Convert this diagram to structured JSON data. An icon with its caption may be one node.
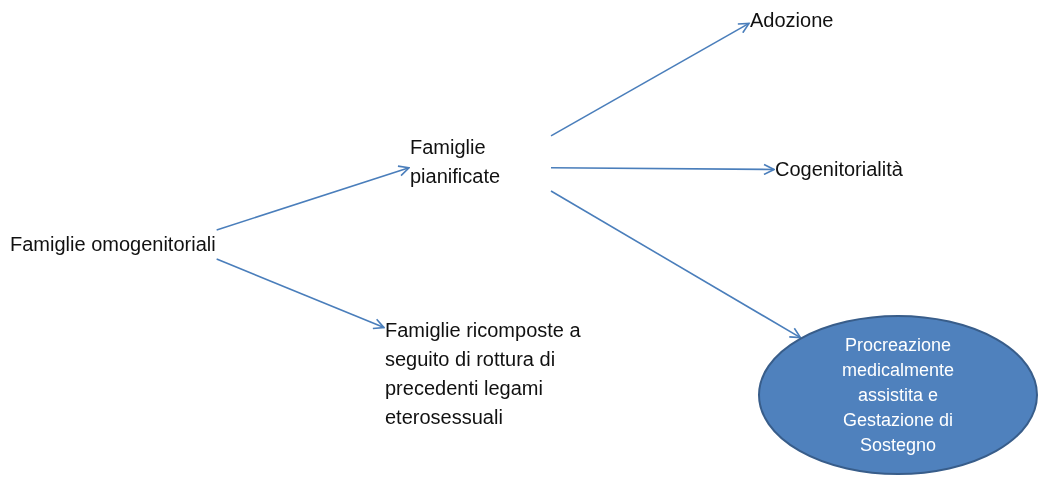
{
  "diagram": {
    "nodes": [
      {
        "text": [
          "Famiglie omogenitoriali"
        ]
      },
      {
        "text": [
          "Famiglie pianificate"
        ]
      },
      {
        "text": [
          "Famiglie ricomposte a seguito di rottura di precedenti legami eterosessuali"
        ]
      },
      {
        "text": [
          "Adozione"
        ]
      },
      {
        "text": [
          "Cogenitorialità"
        ]
      },
      {
        "text": [
          "Procreazione medicalmente assistita e Gestazione di Sostegno"
        ]
      }
    ],
    "edges": [
      {
        "from": 0,
        "to": 1,
        "arrow": "to"
      },
      {
        "from": 0,
        "to": 2,
        "arrow": "to"
      },
      {
        "from": 1,
        "to": 3,
        "arrow": "to"
      },
      {
        "from": 1,
        "to": 4,
        "arrow": "to"
      },
      {
        "from": 1,
        "to": 5,
        "arrow": "to"
      }
    ]
  }
}
